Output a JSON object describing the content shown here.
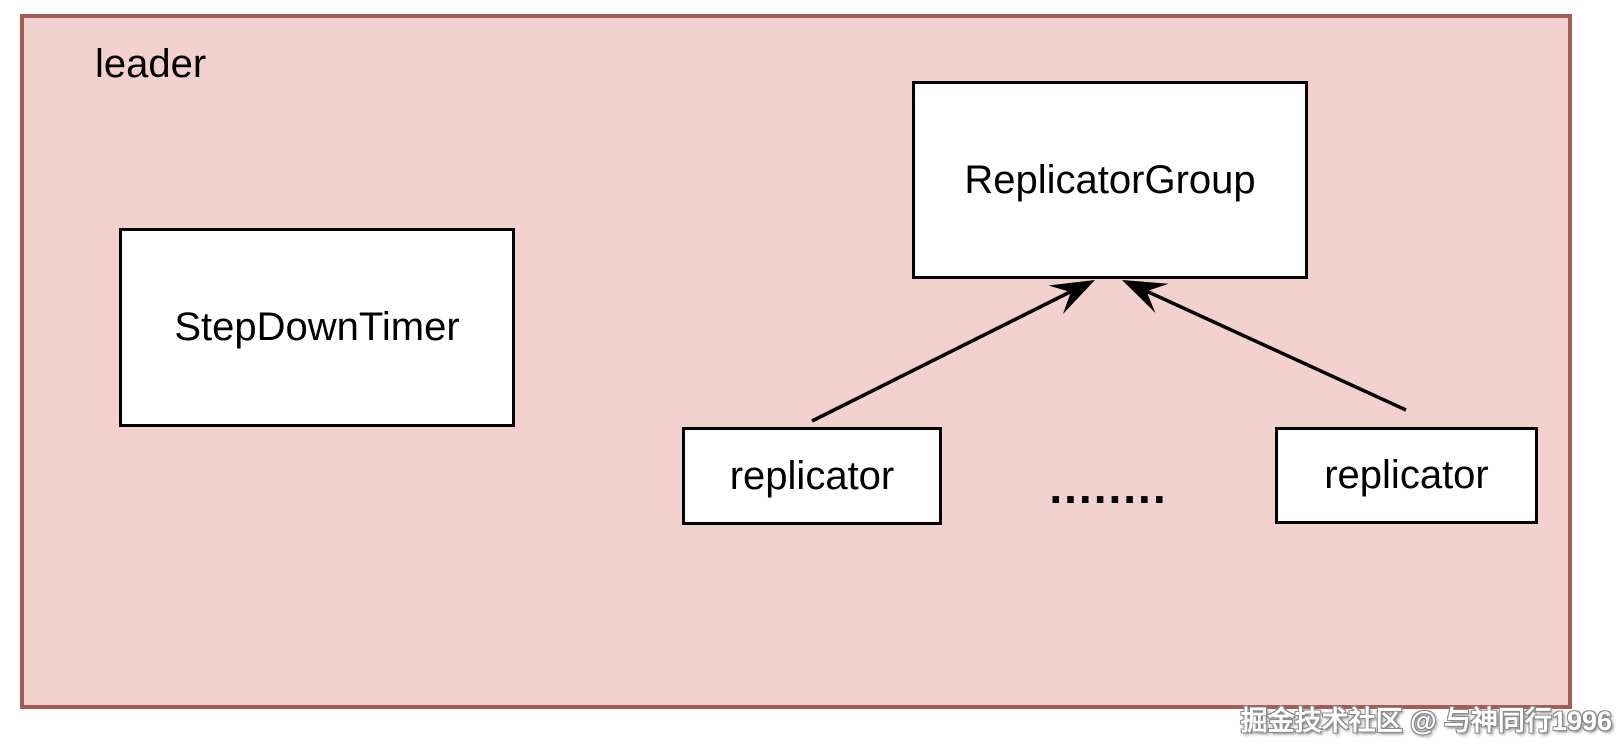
{
  "diagram": {
    "container_label": "leader",
    "nodes": {
      "step_down_timer": {
        "label": "StepDownTimer"
      },
      "replicator_group": {
        "label": "ReplicatorGroup"
      },
      "replicator_left": {
        "label": "replicator"
      },
      "replicator_right": {
        "label": "replicator"
      },
      "ellipsis": "........"
    },
    "edges": [
      {
        "from": "replicator_left",
        "to": "replicator_group",
        "style": "barbed-arrow"
      },
      {
        "from": "replicator_right",
        "to": "replicator_group",
        "style": "barbed-arrow"
      }
    ],
    "colors": {
      "container_fill": "#f2d1ce",
      "container_border": "#a45c54",
      "node_fill": "#ffffff",
      "node_border": "#000000",
      "arrow": "#000000",
      "text": "#000000"
    }
  },
  "watermark": {
    "text": "掘金技术社区 @ 与神同行1996"
  }
}
